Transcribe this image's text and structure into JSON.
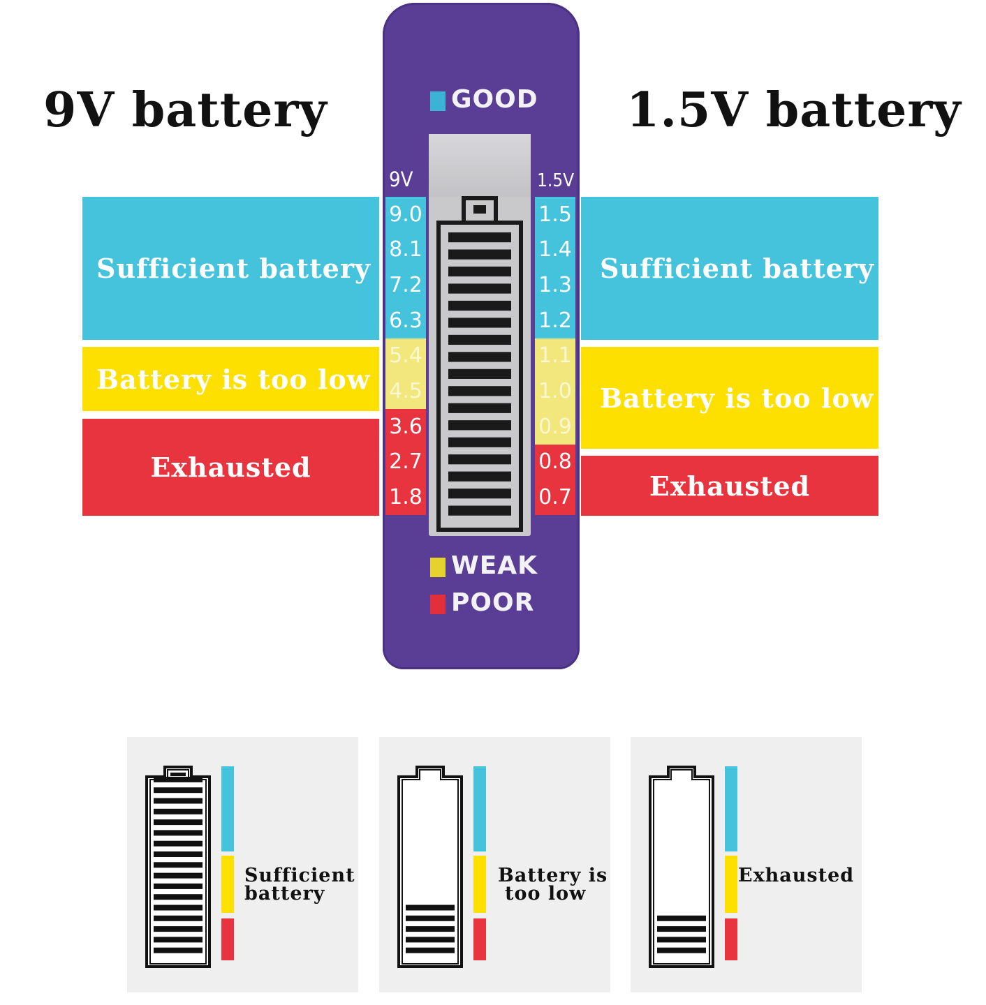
{
  "headings": {
    "left": "9V battery",
    "right": "1.5V battery"
  },
  "left_bands": [
    {
      "label": "Sufficient battery",
      "color": "#45c3dc"
    },
    {
      "label": "Battery is too low",
      "color": "#fde000"
    },
    {
      "label": "Exhausted",
      "color": "#e8343f"
    }
  ],
  "right_bands": [
    {
      "label": "Sufficient battery",
      "color": "#45c3dc"
    },
    {
      "label": "Battery is too low",
      "color": "#fde000"
    },
    {
      "label": "Exhausted",
      "color": "#e8343f"
    }
  ],
  "tester": {
    "body_color": "#5a3e96",
    "good_label": "GOOD",
    "weak_label": "WEAK",
    "poor_label": "POOR",
    "good_color": "#3ab3d6",
    "weak_color": "#e6d22c",
    "poor_color": "#e12f3c",
    "scale_9v": {
      "header": "9V",
      "values": [
        "9.0",
        "8.1",
        "7.2",
        "6.3",
        "5.4",
        "4.5",
        "3.6",
        "2.7",
        "1.8"
      ]
    },
    "scale_1_5v": {
      "header": "1.5V",
      "values": [
        "1.5",
        "1.4",
        "1.3",
        "1.2",
        "1.1",
        "1.0",
        "0.9",
        "0.8",
        "0.7"
      ]
    },
    "display_bars": 17
  },
  "panels": [
    {
      "label_lines": [
        "Sufficient",
        "battery"
      ],
      "bars": 17
    },
    {
      "label_lines": [
        "Battery is",
        "too low"
      ],
      "bars": 5
    },
    {
      "label_lines": [
        "Exhausted"
      ],
      "bars": 4
    }
  ],
  "colors": {
    "blue": "#45c3dc",
    "yellow": "#fde000",
    "red": "#e8343f"
  }
}
